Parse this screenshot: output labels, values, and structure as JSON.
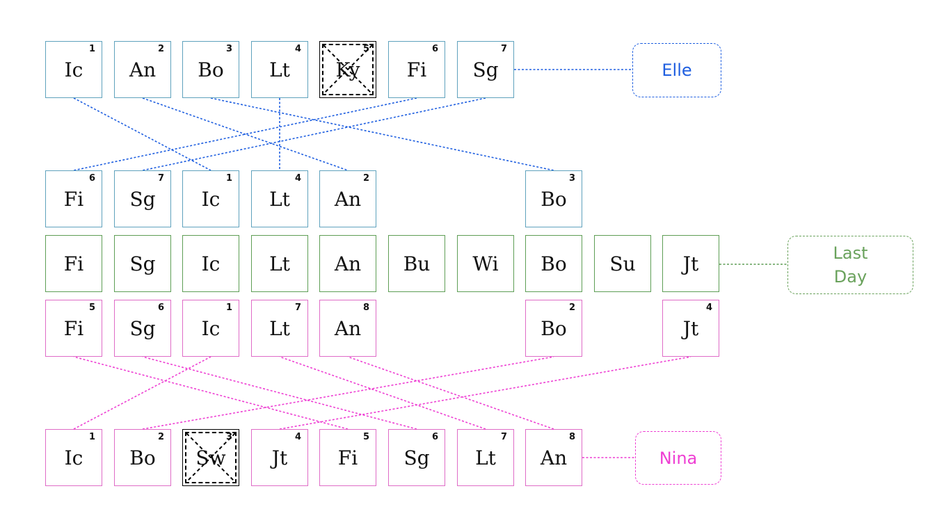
{
  "colors": {
    "elle": "#1f5fe0",
    "last_day": "#5e9e55",
    "nina": "#ee3fd3",
    "elle_box": "#5fa2bd",
    "nina_box": "#df6cc7"
  },
  "legends": {
    "elle": "Elle",
    "last_day": "Last Day",
    "nina": "Nina"
  },
  "rows": {
    "elle_ranking": [
      {
        "label": "Ic",
        "rank": "1"
      },
      {
        "label": "An",
        "rank": "2"
      },
      {
        "label": "Bo",
        "rank": "3"
      },
      {
        "label": "Lt",
        "rank": "4"
      },
      {
        "label": "Ky",
        "rank": "5",
        "eliminated": true
      },
      {
        "label": "Fi",
        "rank": "6"
      },
      {
        "label": "Sg",
        "rank": "7"
      }
    ],
    "elle_mapped": [
      {
        "label": "Fi",
        "rank": "6",
        "col": 0
      },
      {
        "label": "Sg",
        "rank": "7",
        "col": 1
      },
      {
        "label": "Ic",
        "rank": "1",
        "col": 2
      },
      {
        "label": "Lt",
        "rank": "4",
        "col": 3
      },
      {
        "label": "An",
        "rank": "2",
        "col": 4
      },
      {
        "label": "Bo",
        "rank": "3",
        "col": 7
      }
    ],
    "last_day": [
      {
        "label": "Fi"
      },
      {
        "label": "Sg"
      },
      {
        "label": "Ic"
      },
      {
        "label": "Lt"
      },
      {
        "label": "An"
      },
      {
        "label": "Bu"
      },
      {
        "label": "Wi"
      },
      {
        "label": "Bo"
      },
      {
        "label": "Su"
      },
      {
        "label": "Jt"
      }
    ],
    "nina_mapped": [
      {
        "label": "Fi",
        "rank": "5",
        "col": 0
      },
      {
        "label": "Sg",
        "rank": "6",
        "col": 1
      },
      {
        "label": "Ic",
        "rank": "1",
        "col": 2
      },
      {
        "label": "Lt",
        "rank": "7",
        "col": 3
      },
      {
        "label": "An",
        "rank": "8",
        "col": 4
      },
      {
        "label": "Bo",
        "rank": "2",
        "col": 7
      },
      {
        "label": "Jt",
        "rank": "4",
        "col": 9
      }
    ],
    "nina_ranking": [
      {
        "label": "Ic",
        "rank": "1"
      },
      {
        "label": "Bo",
        "rank": "2"
      },
      {
        "label": "Sw",
        "rank": "3",
        "eliminated": true
      },
      {
        "label": "Jt",
        "rank": "4"
      },
      {
        "label": "Fi",
        "rank": "5"
      },
      {
        "label": "Sg",
        "rank": "6"
      },
      {
        "label": "Lt",
        "rank": "7"
      },
      {
        "label": "An",
        "rank": "8"
      }
    ]
  }
}
